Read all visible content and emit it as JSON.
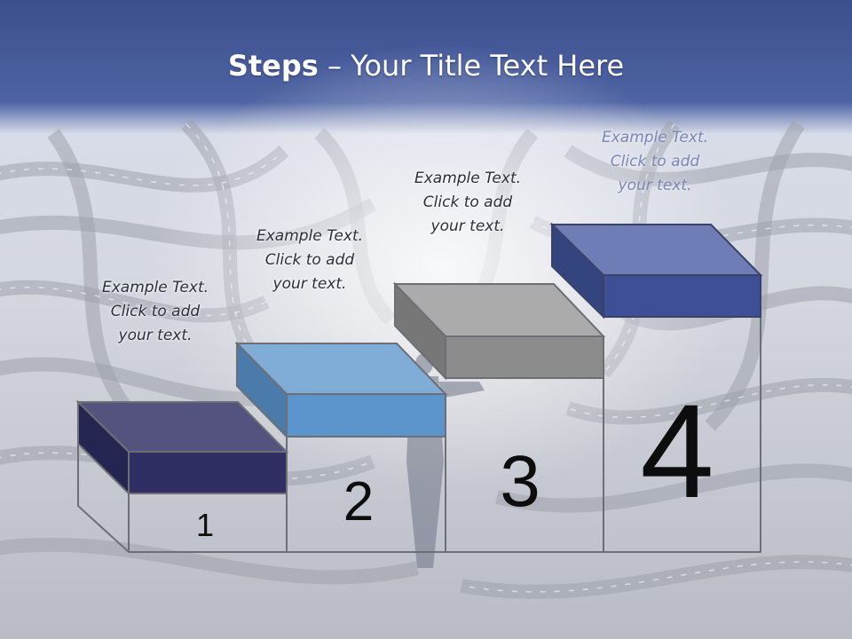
{
  "slide": {
    "title_bold": "Steps",
    "title_rest": " – Your Title Text Here"
  },
  "steps": [
    {
      "number": "1",
      "caption": [
        "Example Text.",
        "Click  to add",
        "your text."
      ],
      "color": "#2f2f63"
    },
    {
      "number": "2",
      "caption": [
        "Example Text.",
        "Click  to add",
        "your text."
      ],
      "color": "#5b95cc"
    },
    {
      "number": "3",
      "caption": [
        "Example Text.",
        "Click  to add",
        "your text."
      ],
      "color": "#8c8c8c"
    },
    {
      "number": "4",
      "caption": [
        "Example Text.",
        "Click  to add",
        "your text."
      ],
      "color": "#3e4f96"
    }
  ],
  "colors": {
    "header": "#3f5597",
    "caption_text": "#2b2f3a",
    "caption_faded": "#7b87b4"
  }
}
